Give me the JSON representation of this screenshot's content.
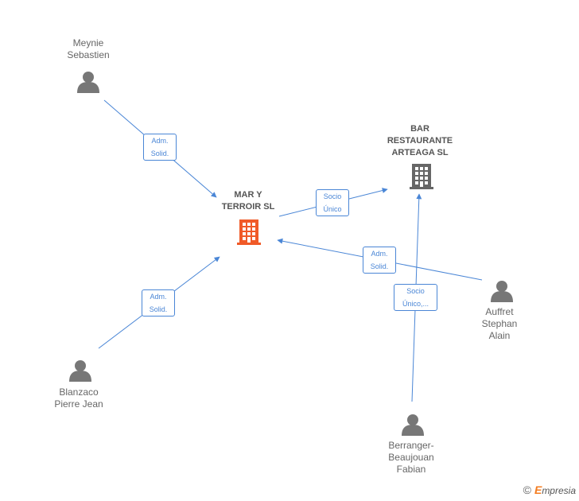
{
  "nodes": {
    "mar_y_terroir": {
      "lines": [
        "MAR Y",
        "TERROIR  SL"
      ],
      "type": "company",
      "highlight": true
    },
    "bar_restaurante": {
      "lines": [
        "BAR",
        "RESTAURANTE",
        "ARTEAGA SL"
      ],
      "type": "company",
      "highlight": false
    },
    "meynie": {
      "lines": [
        "Meynie",
        "Sebastien"
      ],
      "type": "person"
    },
    "blanzaco": {
      "lines": [
        "Blanzaco",
        "Pierre Jean"
      ],
      "type": "person"
    },
    "auffret": {
      "lines": [
        "Auffret",
        "Stephan",
        "Alain"
      ],
      "type": "person"
    },
    "berranger": {
      "lines": [
        "Berranger-",
        "Beaujouan",
        "Fabian"
      ],
      "type": "person"
    }
  },
  "edges": {
    "meynie_mar": {
      "lines": [
        "Adm.",
        "Solid."
      ]
    },
    "blanzaco_mar": {
      "lines": [
        "Adm.",
        "Solid."
      ]
    },
    "mar_bar": {
      "lines": [
        "Socio",
        "Único"
      ]
    },
    "auffret_mar": {
      "lines": [
        "Adm.",
        "Solid."
      ]
    },
    "berranger_bar": {
      "lines": [
        "Socio",
        "Único,..."
      ]
    }
  },
  "colors": {
    "edge": "#4a86d6",
    "highlight_company": "#f05a28",
    "company": "#666666",
    "person": "#777777"
  },
  "icons": {
    "company": "building-icon",
    "person": "person-icon"
  },
  "brand": {
    "copyright": "©",
    "initial": "E",
    "name": "mpresia"
  }
}
